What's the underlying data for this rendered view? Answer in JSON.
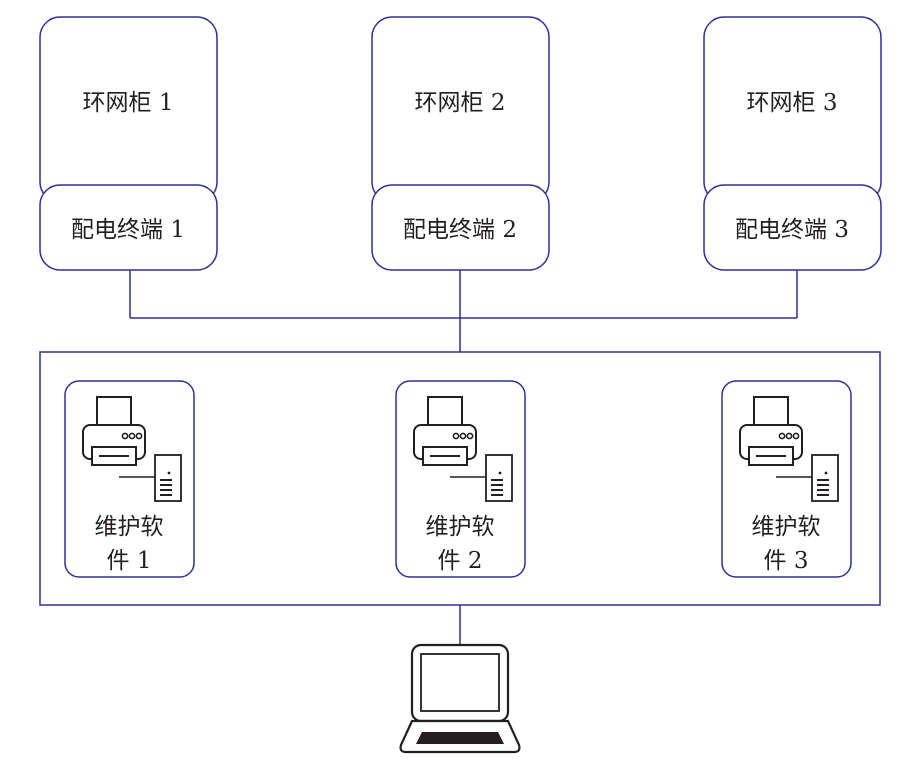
{
  "colors": {
    "stroke": "#2e3192",
    "icon": "#231f20",
    "text": "#231f20"
  },
  "cabinets": [
    {
      "cabinet_label": "环网柜 1",
      "terminal_label": "配电终端 1"
    },
    {
      "cabinet_label": "环网柜 2",
      "terminal_label": "配电终端 2"
    },
    {
      "cabinet_label": "环网柜 3",
      "terminal_label": "配电终端 3"
    }
  ],
  "software": [
    {
      "line1": "维护软",
      "line2": "件 1",
      "icon": "printer-computer-icon"
    },
    {
      "line1": "维护软",
      "line2": "件 2",
      "icon": "printer-computer-icon"
    },
    {
      "line1": "维护软",
      "line2": "件 3",
      "icon": "printer-computer-icon"
    }
  ],
  "laptop": {
    "icon": "laptop-icon"
  }
}
